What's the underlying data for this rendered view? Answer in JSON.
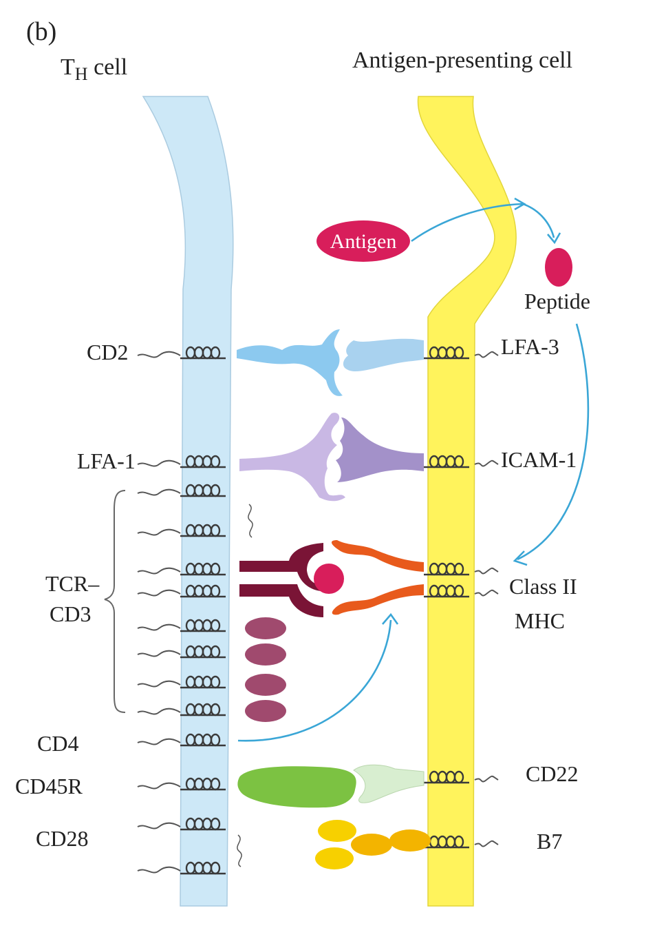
{
  "panel_label": "(b)",
  "th_cell_label": "T",
  "th_cell_subscript": "H",
  "th_cell_suffix": " cell",
  "apc_label": "Antigen-presenting cell",
  "antigen_label": "Antigen",
  "peptide_label": "Peptide",
  "left_molecules": {
    "cd2": "CD2",
    "lfa1": "LFA-1",
    "tcr_line1": "TCR–",
    "tcr_line2": "CD3",
    "cd4": "CD4",
    "cd45r": "CD45R",
    "cd28": "CD28"
  },
  "right_molecules": {
    "lfa3": "LFA-3",
    "icam1": "ICAM-1",
    "mhc_line1": "Class II",
    "mhc_line2": "MHC",
    "cd22": "CD22",
    "b7": "B7"
  },
  "colors": {
    "th_membrane": "#cde8f7",
    "apc_membrane": "#fff35c",
    "antigen": "#d81e5b",
    "arrow": "#3aa6d6",
    "cd2_lfa3": "#8cc9ef",
    "lfa1_icam1": "#c9b8e4",
    "tcr": "#7a1436",
    "mhc": "#e85a1c",
    "cd3": "#a04a6e",
    "cd45r": "#7cc242",
    "cd22": "#d8eed0",
    "cd28_b7": "#f7d000"
  }
}
